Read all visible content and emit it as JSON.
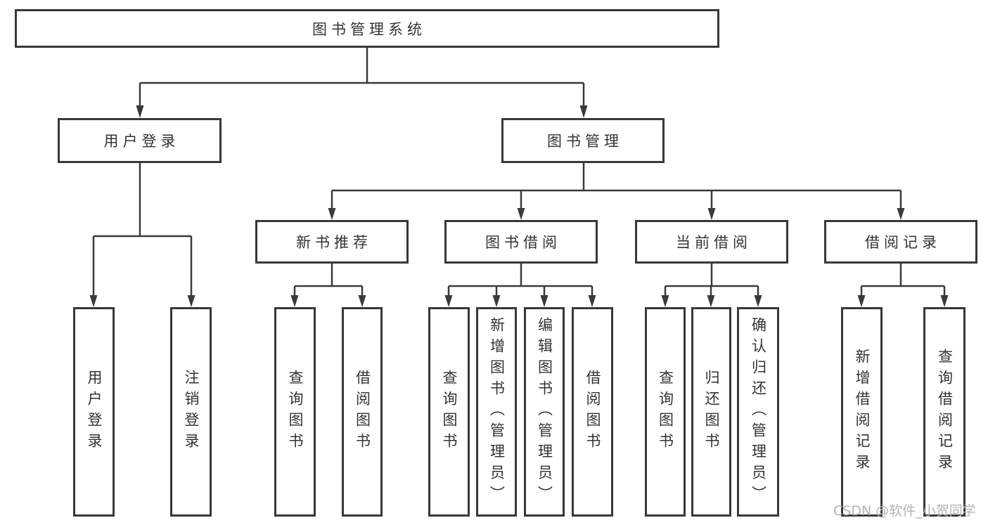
{
  "colors": {
    "line": "#3a3a3a",
    "box_border": "#383838",
    "text": "#333333",
    "background": "#ffffff",
    "watermark": "#b3b3b3"
  },
  "tree": {
    "root": "图书管理系统",
    "branches": [
      {
        "label": "用户登录",
        "children": [
          "用户登录",
          "注销登录"
        ]
      },
      {
        "label": "图书管理",
        "children": [
          {
            "label": "新书推荐",
            "children": [
              "查询图书",
              "借阅图书"
            ]
          },
          {
            "label": "图书借阅",
            "children": [
              "查询图书",
              "新增图书（管理员）",
              "编辑图书（管理员）",
              "借阅图书"
            ]
          },
          {
            "label": "当前借阅",
            "children": [
              "查询图书",
              "归还图书",
              "确认归还（管理员）"
            ]
          },
          {
            "label": "借阅记录",
            "children": [
              "新增借阅记录",
              "查询借阅记录"
            ]
          }
        ]
      }
    ]
  },
  "watermark": {
    "text": "CSDN @软件_小贺同学"
  }
}
